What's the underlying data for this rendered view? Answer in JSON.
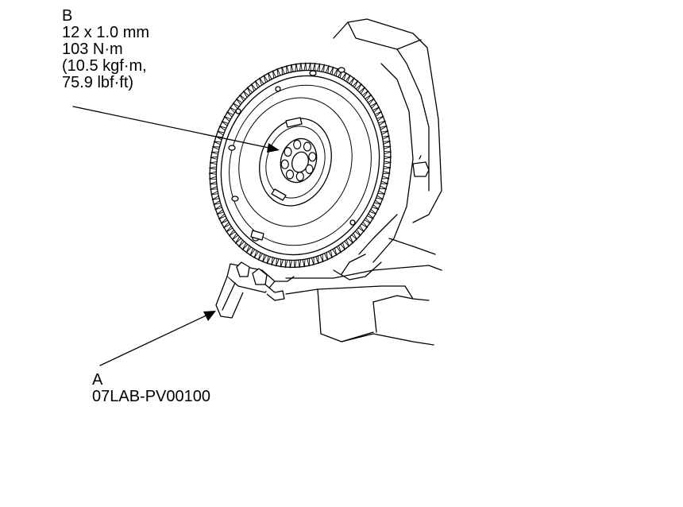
{
  "callouts": {
    "b": {
      "letter": "B",
      "bolt_size": "12 x 1.0 mm",
      "torque_nm": "103 N·m",
      "torque_kgf": "(10.5 kgf·m,",
      "torque_lbf": "75.9 lbf·ft)"
    },
    "a": {
      "letter": "A",
      "tool_number": "07LAB-PV00100"
    }
  },
  "colors": {
    "line": "#000000",
    "background": "#ffffff"
  }
}
